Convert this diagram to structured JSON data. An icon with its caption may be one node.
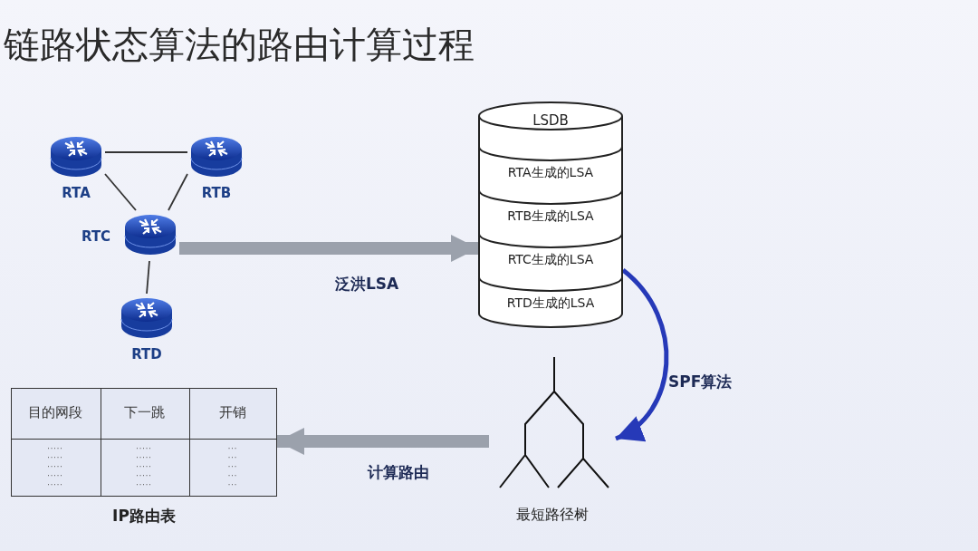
{
  "diagram": {
    "title": "链路状态算法的路由计算过程",
    "nodes": [
      {
        "text": [
          "RTA"
        ]
      },
      {
        "text": [
          "RTB"
        ]
      },
      {
        "text": [
          "RTC"
        ]
      },
      {
        "text": [
          "RTD"
        ]
      },
      {
        "text": [
          "LSDB"
        ]
      },
      {
        "text": [
          "RTA生成的LSA"
        ],
        "in": 4
      },
      {
        "text": [
          "RTB生成的LSA"
        ],
        "in": 4
      },
      {
        "text": [
          "RTC生成的LSA"
        ],
        "in": 4
      },
      {
        "text": [
          "RTD生成的LSA"
        ],
        "in": 4
      },
      {
        "text": [
          "最短路径树"
        ]
      },
      {
        "text": [
          "IP路由表"
        ]
      }
    ],
    "edges": [
      {
        "from": 0,
        "to": 1,
        "arrow": "none"
      },
      {
        "from": 0,
        "to": 2,
        "arrow": "none"
      },
      {
        "from": 1,
        "to": 2,
        "arrow": "none"
      },
      {
        "from": 2,
        "to": 3,
        "arrow": "none"
      },
      {
        "from": 2,
        "to": 4,
        "arrow": "to",
        "label": "泛洪LSA",
        "style": "thick",
        "color": "#9ba1ac"
      },
      {
        "from": 4,
        "to": 9,
        "arrow": "to",
        "label": "SPF算法",
        "style": "thick",
        "color": "#2639b8"
      },
      {
        "from": 9,
        "to": 10,
        "arrow": "to",
        "label": "计算路由",
        "style": "thick",
        "color": "#9ba1ac"
      }
    ],
    "labels": [
      "目的网段",
      "下一跳",
      "开销",
      "····· ····· ····· ····· ·····",
      "····· ····· ····· ····· ·····",
      "··· ··· ··· ··· ···"
    ]
  }
}
